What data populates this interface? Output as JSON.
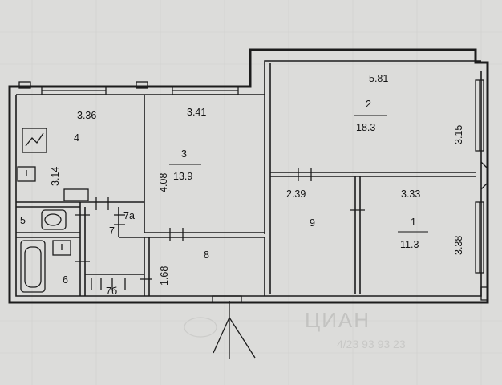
{
  "plan": {
    "rooms": {
      "room1": {
        "number": "1",
        "area": "11.3",
        "width": "3.33",
        "length": "3.38"
      },
      "room2": {
        "number": "2",
        "area": "18.3",
        "width": "5.81",
        "length": "3.15"
      },
      "room3": {
        "number": "3",
        "area": "13.9",
        "width": "3.41",
        "length": "4.08"
      },
      "room4": {
        "number": "4",
        "width": "3.36",
        "length": "3.14"
      },
      "room5": {
        "number": "5"
      },
      "room6": {
        "number": "6"
      },
      "room7": {
        "number": "7"
      },
      "room7a": {
        "number": "7a"
      },
      "room7b": {
        "number": "7б"
      },
      "room8": {
        "number": "8",
        "length": "1.68"
      },
      "room9": {
        "number": "9",
        "width": "2.39"
      }
    },
    "watermark": {
      "text": "ЦИАН",
      "number": "4/23 93 93 23"
    },
    "colors": {
      "background": "#dcdcda",
      "walls": "#1c1c1c"
    }
  }
}
